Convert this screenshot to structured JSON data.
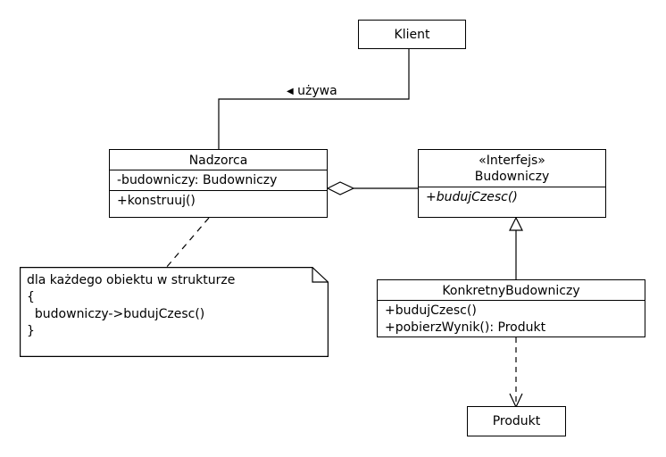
{
  "diagram": {
    "klient": {
      "name": "Klient"
    },
    "nadzorca": {
      "name": "Nadzorca",
      "attribute": "-budowniczy: Budowniczy",
      "operation": "+konstruuj()"
    },
    "budowniczy": {
      "stereotype": "«Interfejs»",
      "name": "Budowniczy",
      "operation": "+budujCzesc()"
    },
    "konkretny": {
      "name": "KonkretnyBudowniczy",
      "operations": [
        "+budujCzesc()",
        "+pobierzWynik(): Produkt"
      ]
    },
    "produkt": {
      "name": "Produkt"
    },
    "association_label": "używa",
    "association_arrow": "◀",
    "note_lines": [
      "dla każdego obiektu w strukturze",
      "{",
      "  budowniczy->budujCzesc()",
      "}"
    ]
  }
}
